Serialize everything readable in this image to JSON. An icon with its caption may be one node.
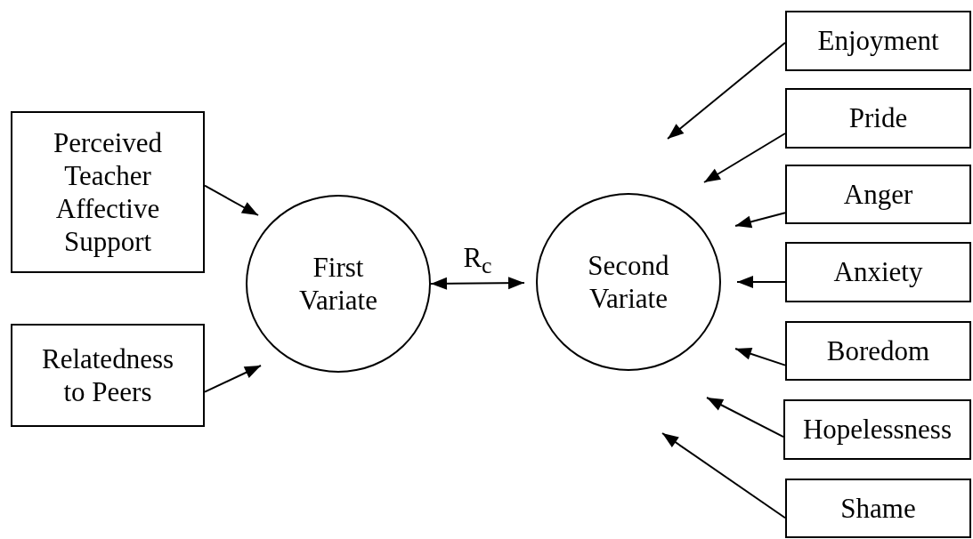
{
  "diagram": {
    "nodes": [
      {
        "text": [
          "Perceived Teacher Affective Support"
        ]
      },
      {
        "text": [
          "Relatedness to Peers"
        ]
      },
      {
        "text": [
          "First Variate"
        ]
      },
      {
        "text": [
          "Second Variate"
        ]
      },
      {
        "text": [
          "Enjoyment"
        ]
      },
      {
        "text": [
          "Pride"
        ]
      },
      {
        "text": [
          "Anger"
        ]
      },
      {
        "text": [
          "Anxiety"
        ]
      },
      {
        "text": [
          "Boredom"
        ]
      },
      {
        "text": [
          "Hopelessness"
        ]
      },
      {
        "text": [
          "Shame"
        ]
      }
    ],
    "edges": [
      {
        "from": 0,
        "to": 2,
        "arrow": "to"
      },
      {
        "from": 1,
        "to": 2,
        "arrow": "to"
      },
      {
        "from": 2,
        "to": 3,
        "arrow": "both",
        "label": "R$_{c}$"
      },
      {
        "from": 4,
        "to": 3,
        "arrow": "to"
      },
      {
        "from": 5,
        "to": 3,
        "arrow": "to"
      },
      {
        "from": 6,
        "to": 3,
        "arrow": "to"
      },
      {
        "from": 7,
        "to": 3,
        "arrow": "to"
      },
      {
        "from": 8,
        "to": 3,
        "arrow": "to"
      },
      {
        "from": 9,
        "to": 3,
        "arrow": "to"
      },
      {
        "from": 10,
        "to": 3,
        "arrow": "to"
      }
    ]
  }
}
